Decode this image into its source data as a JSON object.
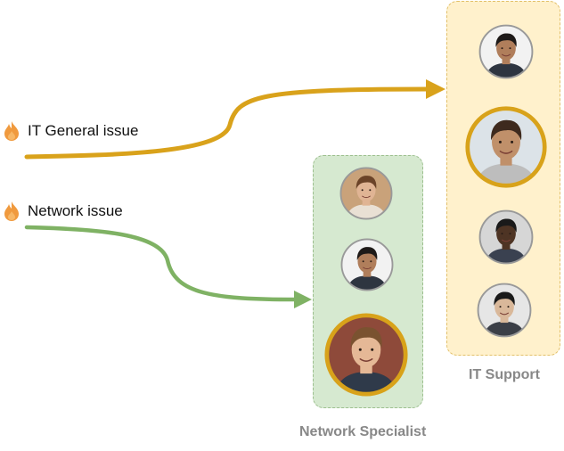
{
  "colors": {
    "it_arrow": "#D9A21B",
    "net_arrow": "#7FB264",
    "it_group_fill": "#FFF1CC",
    "it_group_border": "#E2C06A",
    "net_group_fill": "#D6E9D0",
    "net_group_border": "#9DBF8F",
    "group_label": "#888888",
    "flame": "#F09A3E",
    "flame_inner": "#F7B766",
    "avatar_ring_plain": "#999999",
    "avatar_ring_gold": "#D8A21A"
  },
  "issues": [
    {
      "label": "IT General issue",
      "icon": "flame-icon"
    },
    {
      "label": "Network issue",
      "icon": "flame-icon"
    }
  ],
  "groups": {
    "it_support": {
      "label": "IT Support",
      "people": [
        {
          "name": "person-1",
          "highlighted": false,
          "skin": "#B07E5B",
          "hair": "#1E1A18",
          "shirt": "#2E3540",
          "bg": "#F2F2F2"
        },
        {
          "name": "person-2",
          "highlighted": true,
          "skin": "#C0906A",
          "hair": "#3E2A1E",
          "shirt": "#BDBDBD",
          "bg": "#DCE3E8"
        },
        {
          "name": "person-3",
          "highlighted": false,
          "skin": "#4E3424",
          "hair": "#1A1A1A",
          "shirt": "#3A4150",
          "bg": "#D6D6D6"
        },
        {
          "name": "person-4",
          "highlighted": false,
          "skin": "#D9B89A",
          "hair": "#1A1A1A",
          "shirt": "#3B3F47",
          "bg": "#E6E6E6"
        }
      ]
    },
    "network_specialist": {
      "label": "Network Specialist",
      "people": [
        {
          "name": "person-5",
          "highlighted": false,
          "skin": "#E0B494",
          "hair": "#6B4328",
          "shirt": "#E9E0D4",
          "bg": "#C9A27A"
        },
        {
          "name": "person-6",
          "highlighted": false,
          "skin": "#B07E5B",
          "hair": "#1E1A18",
          "shirt": "#2E3540",
          "bg": "#F2F2F2"
        },
        {
          "name": "person-7",
          "highlighted": true,
          "skin": "#E5B896",
          "hair": "#7A5230",
          "shirt": "#2F3A4A",
          "bg": "#8E4A3A"
        }
      ]
    }
  }
}
